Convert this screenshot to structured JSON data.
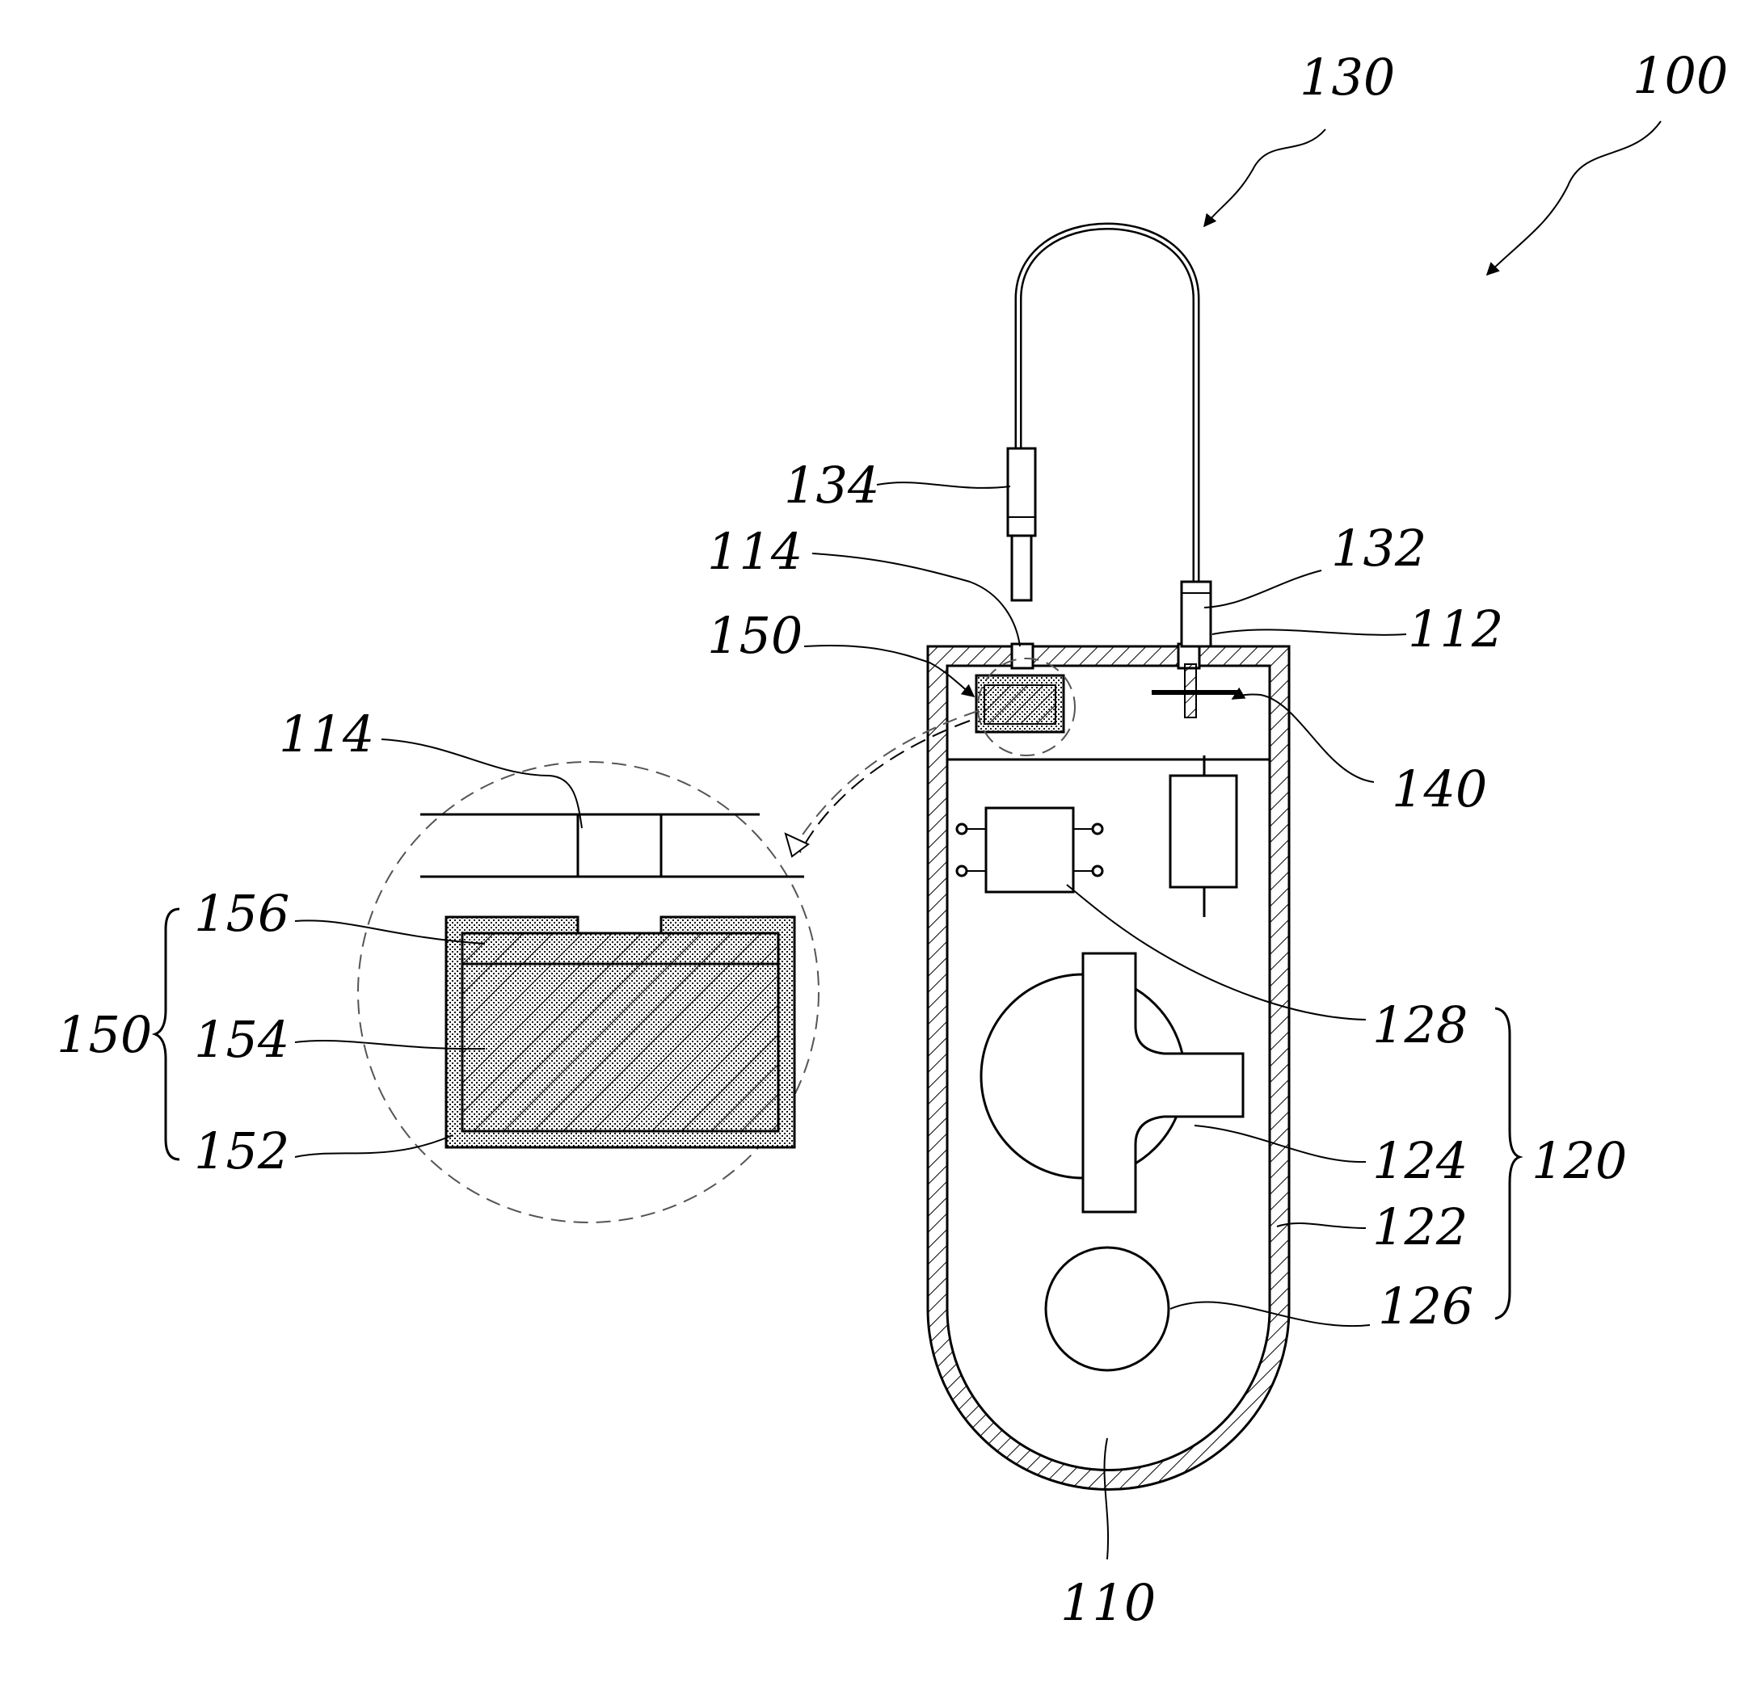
{
  "labels": {
    "l100": "100",
    "l130": "130",
    "l134": "134",
    "l132": "132",
    "l114a": "114",
    "l112": "112",
    "l150a": "150",
    "l140": "140",
    "l114b": "114",
    "l156": "156",
    "l150b": "150",
    "l154": "154",
    "l152": "152",
    "l128": "128",
    "l124": "124",
    "l120": "120",
    "l122": "122",
    "l126": "126",
    "l110": "110"
  }
}
